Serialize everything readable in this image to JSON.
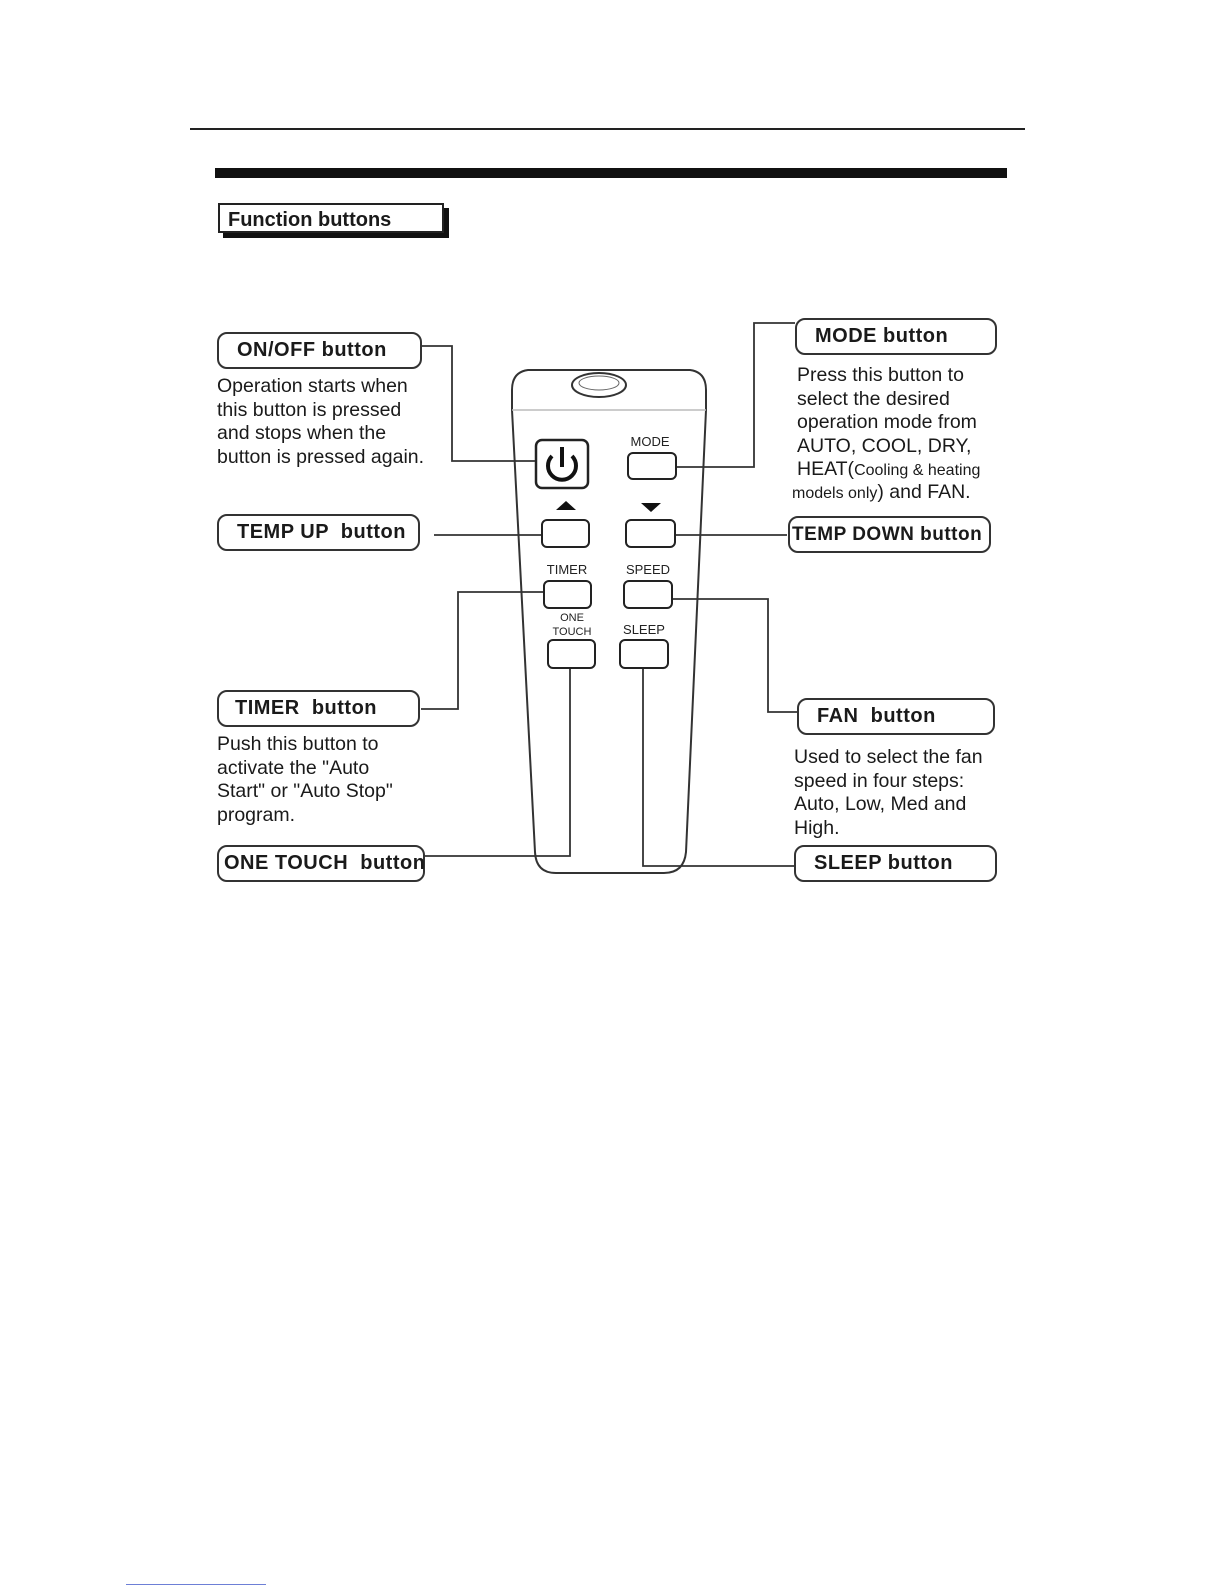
{
  "section_title": "Function buttons",
  "remote_labels": {
    "mode": "MODE",
    "timer": "TIMER",
    "speed": "SPEED",
    "one_touch_line1": "ONE",
    "one_touch_line2": "TOUCH",
    "sleep": "SLEEP"
  },
  "callouts": {
    "on_off": {
      "label": "ON/OFF button",
      "desc": [
        "Operation starts when",
        "this button is pressed",
        "and stops when the",
        "button is pressed again."
      ]
    },
    "mode": {
      "label": "MODE button",
      "desc": [
        "Press this button to",
        "select the desired",
        "operation mode from",
        "AUTO, COOL, DRY,"
      ],
      "desc_heat_main": "HEAT(",
      "desc_heat_small": "Cooling & heating",
      "desc_last_small": "models only",
      "desc_last_main": ") and FAN."
    },
    "temp_up": {
      "label": "TEMP UP  button"
    },
    "temp_down": {
      "label": "TEMP DOWN button"
    },
    "timer": {
      "label": "TIMER  button",
      "desc": [
        "Push this button to",
        "activate the \"Auto",
        "Start\" or \"Auto Stop\"",
        "program."
      ]
    },
    "fan": {
      "label": "FAN  button",
      "desc": [
        "Used to select the fan",
        "speed in four steps:",
        "Auto, Low, Med and",
        "High."
      ]
    },
    "one_touch": {
      "label": "ONE TOUCH  button"
    },
    "sleep": {
      "label": "SLEEP button"
    }
  },
  "icons": {
    "power": "power-icon",
    "up": "triangle-up-icon",
    "down": "triangle-down-icon"
  }
}
